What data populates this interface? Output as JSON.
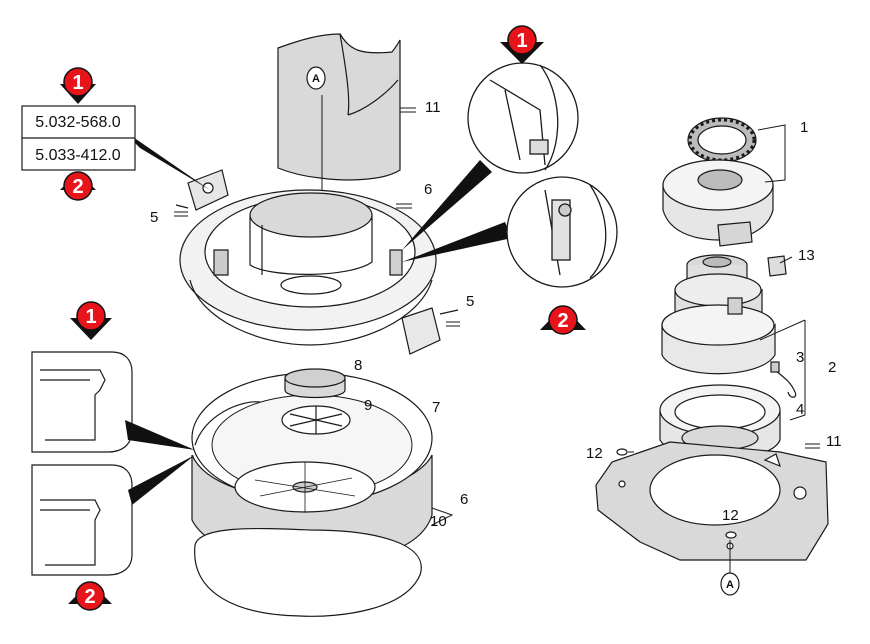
{
  "part_numbers": {
    "primary": "5.032-568.0",
    "alternate": "5.033-412.0"
  },
  "variant_badges": {
    "one": "1",
    "two": "2"
  },
  "reference_marker": "A",
  "callouts": {
    "c1": "1",
    "c2": "2",
    "c3": "3",
    "c4": "4",
    "c5a": "5",
    "c5b": "5",
    "c6a": "6",
    "c6b": "6",
    "c7": "7",
    "c8": "8",
    "c9": "9",
    "c10": "10",
    "c11a": "11",
    "c11b": "11",
    "c12a": "12",
    "c12b": "12",
    "c13": "13"
  },
  "colors": {
    "badge_red": "#e8141b",
    "badge_arrow": "#111111",
    "paper_shade": "#d9d9d9",
    "line": "#1a1a1a"
  }
}
